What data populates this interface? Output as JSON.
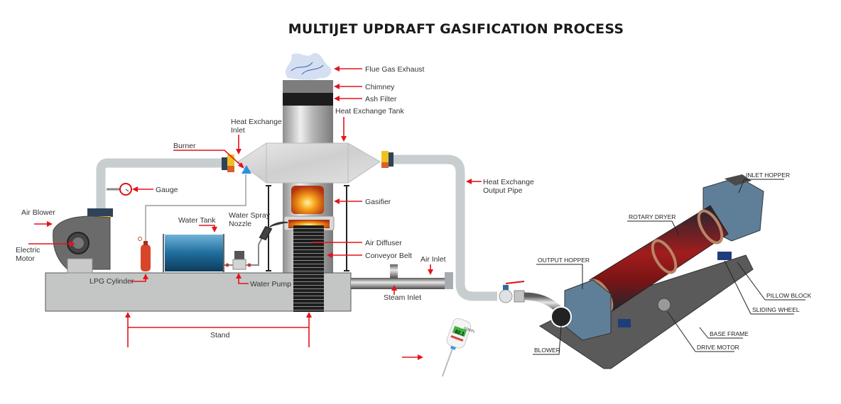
{
  "title": "MULTIJET UPDRAFT GASIFICATION PROCESS",
  "colors": {
    "arrow": "#e3141c",
    "pipe": "#c8cdd0",
    "stand": "#c4c6c5",
    "fitting_yellow": "#f0c020",
    "fitting_orange": "#d9622b",
    "fitting_navy": "#2e4358",
    "dryer_red": "#9c1b1b",
    "hopper_blue": "#5f7f99",
    "lpg_red": "#d9452a"
  },
  "gasifier_labels": {
    "flue_gas_exhaust": "Flue Gas Exhaust",
    "chimney": "Chimney",
    "ash_filter": "Ash Filter",
    "heat_exchange_tank": "Heat Exchange Tank",
    "heat_exchange_inlet_1": "Heat Exchange",
    "heat_exchange_inlet_2": "Inlet",
    "burner": "Burner",
    "gauge": "Gauge",
    "air_blower": "Air Blower",
    "electric_motor_1": "Electric",
    "electric_motor_2": "Motor",
    "water_tank": "Water Tank",
    "water_spray_nozzle_1": "Water Spray",
    "water_spray_nozzle_2": "Nozzle",
    "lpg_cylinder": "LPG Cylinder",
    "water_pump": "Water Pump",
    "gasifier": "Gasifier",
    "air_diffuser": "Air Diffuser",
    "conveyor_belt": "Conveyor Belt",
    "air_inlet": "Air Inlet",
    "steam_inlet": "Steam Inlet",
    "heat_exchange_output_pipe_1": "Heat Exchange",
    "heat_exchange_output_pipe_2": "Output Pipe",
    "stand": "Stand"
  },
  "dryer_labels": {
    "inlet_hopper": "INLET HOPPER",
    "rotary_dryer": "ROTARY DRYER",
    "output_hopper": "OUTPUT HOPPER",
    "pillow_block": "PILLOW BLOCK",
    "sliding_wheel": "SLIDING WHEEL",
    "base_frame": "BASE FRAME",
    "drive_motor": "DRIVE MOTOR",
    "blower": "BLOWER"
  },
  "thermometer": {
    "brand": "GDEPL",
    "reading": "82.1"
  }
}
